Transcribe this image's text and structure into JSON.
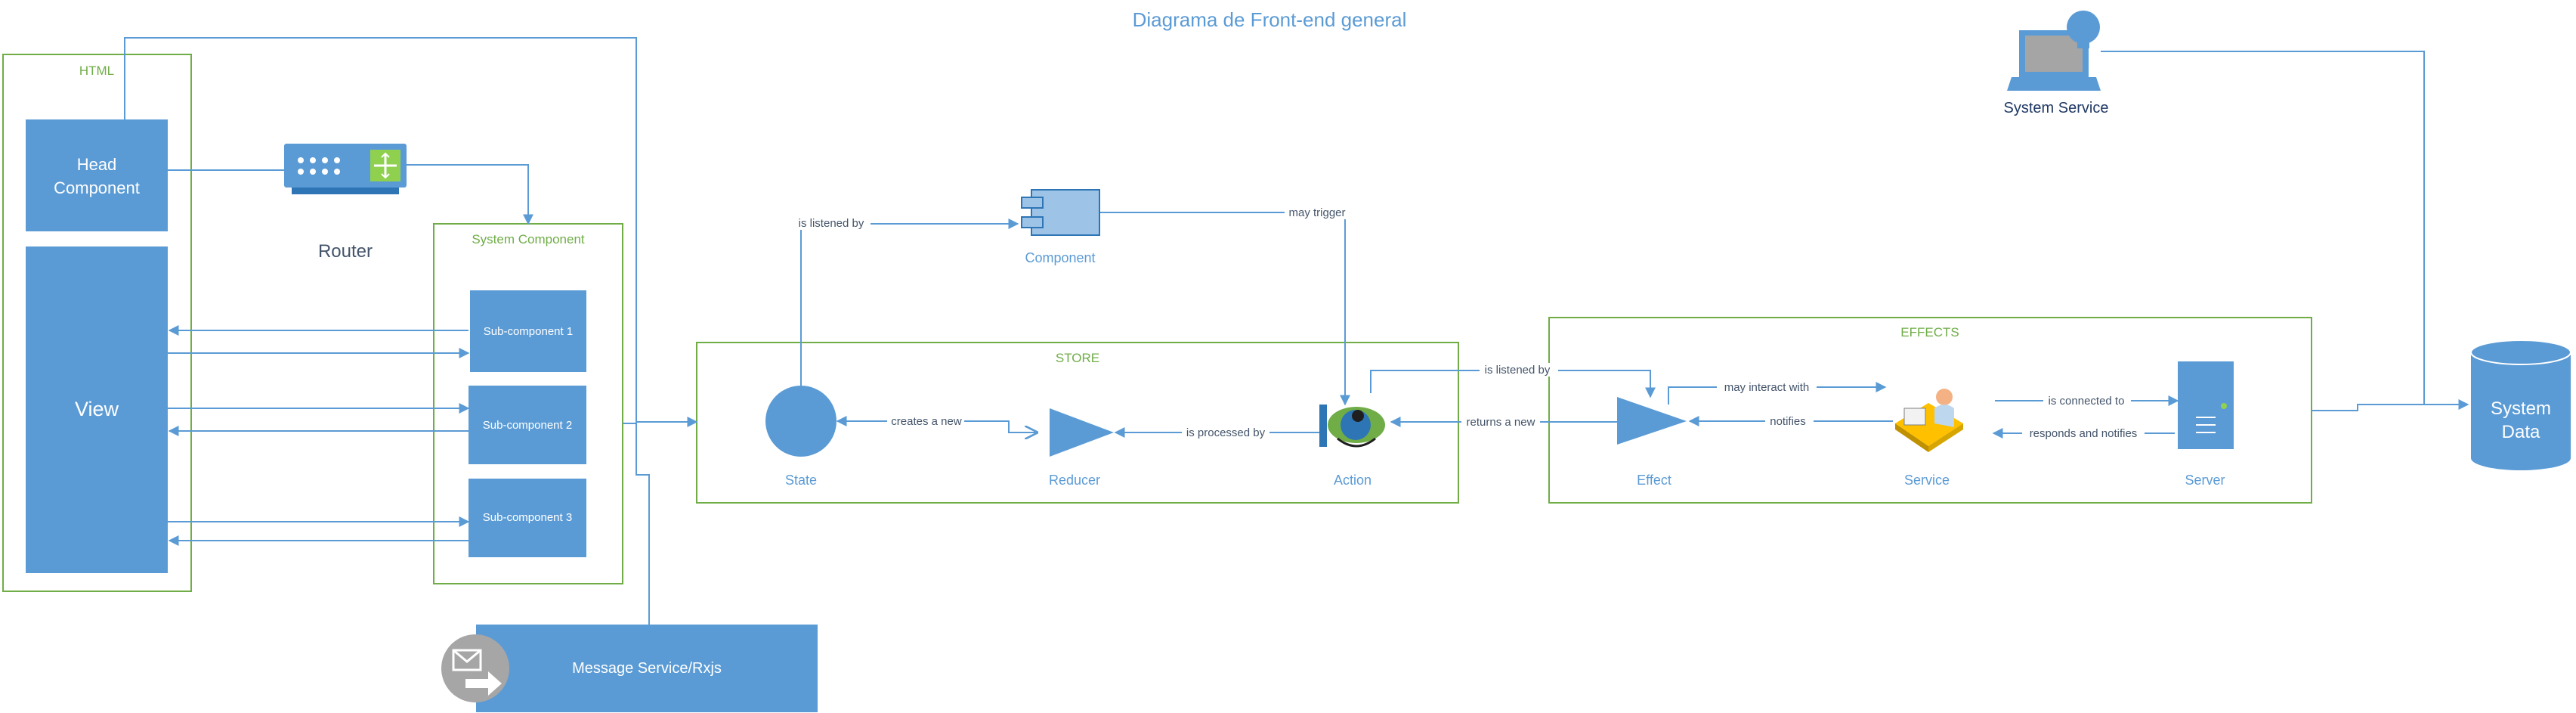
{
  "title": "Diagrama de Front-end general",
  "containers": {
    "html": "HTML",
    "system_component": "System Component",
    "store": "STORE",
    "effects": "EFFECTS"
  },
  "nodes": {
    "head_component": [
      "Head",
      "Component"
    ],
    "view": "View",
    "router": "Router",
    "sub_component_1": "Sub-component 1",
    "sub_component_2": "Sub-component 2",
    "sub_component_3": "Sub-component 3",
    "message_service": "Message Service/Rxjs",
    "component": "Component",
    "state": "State",
    "reducer": "Reducer",
    "action": "Action",
    "effect": "Effect",
    "service": "Service",
    "server": "Server",
    "system_service": "System Service",
    "system_data": [
      "System",
      "Data"
    ]
  },
  "edges": {
    "is_listened_by_store": "is listened by",
    "may_trigger": "may trigger",
    "creates_a_new": "creates a new",
    "is_processed_by": "is processed by",
    "returns_a_new": "returns a new",
    "is_listened_by_effect": "is listened by",
    "may_interact_with": "may interact with",
    "notifies": "notifies",
    "is_connected_to": "is connected to",
    "responds_and_notifies": "responds and notifies"
  },
  "colors": {
    "accent_blue": "#5b9bd5",
    "container_green": "#70ad47",
    "title_blue": "#5b9bd5",
    "label_gray": "#44546a"
  },
  "icons": {
    "router": "router-switch-icon",
    "component": "component-icon",
    "action": "person-top-view-icon",
    "service": "person-at-desk-icon",
    "server": "server-icon",
    "system_service": "laptop-lightbulb-icon",
    "system_data": "database-cylinder-icon",
    "message_service": "mail-forward-icon"
  }
}
